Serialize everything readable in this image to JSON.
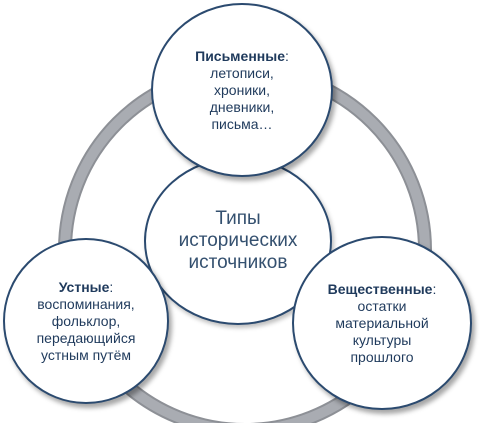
{
  "center": {
    "lines": [
      "Типы",
      "исторических",
      "источников"
    ]
  },
  "written": {
    "title": "Письменные",
    "colon": ":",
    "items": [
      "летописи,",
      "хроники,",
      "дневники,",
      "письма…"
    ]
  },
  "oral": {
    "title": "Устные",
    "colon": ":",
    "items": [
      "воспоминания,",
      "фольклор,",
      "передающийся",
      "устным путём"
    ]
  },
  "material": {
    "title": "Вещественные",
    "colon": ":",
    "items": [
      "остатки",
      "материальной",
      "культуры",
      "прошлого"
    ]
  },
  "colors": {
    "ring": "#a9acb2",
    "ring_edge": "#8d9096",
    "circle_border": "#2b4a6f",
    "text": "#1f3a5c"
  }
}
